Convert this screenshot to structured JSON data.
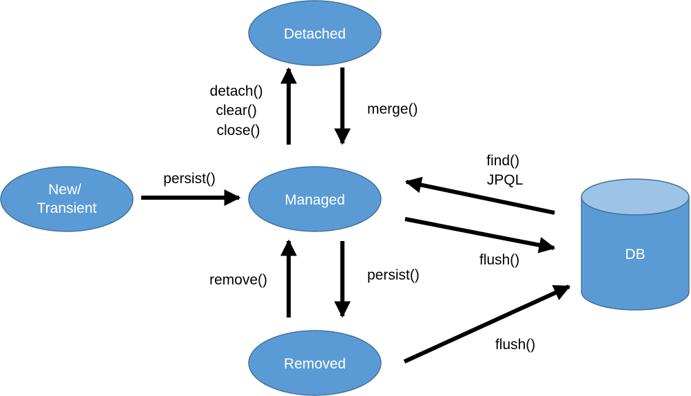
{
  "colors": {
    "node_fill": "#5b9bd5",
    "node_stroke": "#41719c",
    "db_top": "#9dc3e6",
    "node_text": "#ffffff",
    "arrow": "#000000",
    "label_text": "#000000"
  },
  "nodes": {
    "detached": {
      "label_lines": [
        "Detached"
      ]
    },
    "transient": {
      "label_lines": [
        "New/",
        "Transient"
      ]
    },
    "managed": {
      "label_lines": [
        "Managed"
      ]
    },
    "removed": {
      "label_lines": [
        "Removed"
      ]
    },
    "db": {
      "label_lines": [
        "DB"
      ]
    }
  },
  "edges": {
    "detach": {
      "label_lines": [
        "detach()",
        "clear()",
        "close()"
      ]
    },
    "merge": {
      "label_lines": [
        "merge()"
      ]
    },
    "persist_new": {
      "label_lines": [
        "persist()"
      ]
    },
    "find": {
      "label_lines": [
        "find()",
        "JPQL"
      ]
    },
    "flush_managed": {
      "label_lines": [
        "flush()"
      ]
    },
    "remove": {
      "label_lines": [
        "remove()"
      ]
    },
    "persist_removed": {
      "label_lines": [
        "persist()"
      ]
    },
    "flush_removed": {
      "label_lines": [
        "flush()"
      ]
    }
  }
}
